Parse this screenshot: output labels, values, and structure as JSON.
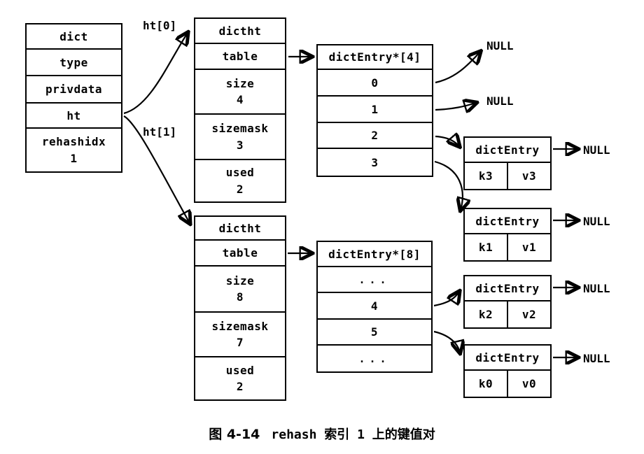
{
  "dict": {
    "rows": [
      "dict",
      "type",
      "privdata",
      "ht"
    ],
    "rehashidx_label": "rehashidx",
    "rehashidx_value": "1"
  },
  "pointer_labels": {
    "ht0": "ht[0]",
    "ht1": "ht[1]"
  },
  "null_label": "NULL",
  "ht_tables": [
    {
      "title": "dictht",
      "table_label": "table",
      "size_label": "size",
      "size_value": "4",
      "sizemask_label": "sizemask",
      "sizemask_value": "3",
      "used_label": "used",
      "used_value": "2"
    },
    {
      "title": "dictht",
      "table_label": "table",
      "size_label": "size",
      "size_value": "8",
      "sizemask_label": "sizemask",
      "sizemask_value": "7",
      "used_label": "used",
      "used_value": "2"
    }
  ],
  "bucket_arrays": [
    {
      "header": "dictEntry*[4]",
      "slots": [
        "0",
        "1",
        "2",
        "3"
      ]
    },
    {
      "header": "dictEntry*[8]",
      "slots": [
        "...",
        "4",
        "5",
        "..."
      ]
    }
  ],
  "entries": [
    {
      "title": "dictEntry",
      "key": "k3",
      "value": "v3"
    },
    {
      "title": "dictEntry",
      "key": "k1",
      "value": "v1"
    },
    {
      "title": "dictEntry",
      "key": "k2",
      "value": "v2"
    },
    {
      "title": "dictEntry",
      "key": "k0",
      "value": "v0"
    }
  ],
  "caption": {
    "figure": "图 4-14",
    "text": "rehash 索引 1 上的键值对"
  }
}
